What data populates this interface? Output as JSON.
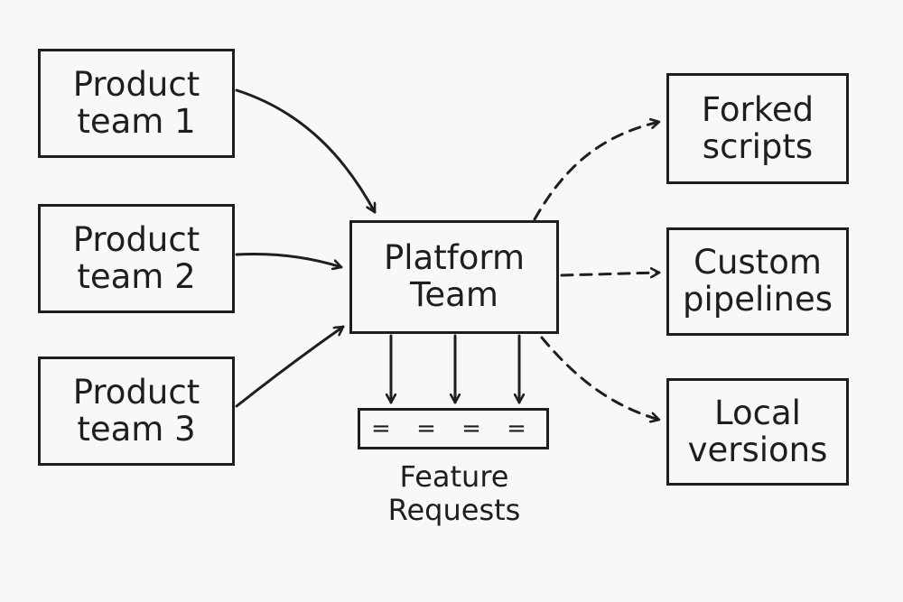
{
  "sources": [
    {
      "line1": "Product",
      "line2": "team 1"
    },
    {
      "line1": "Product",
      "line2": "team 2"
    },
    {
      "line1": "Product",
      "line2": "team 3"
    }
  ],
  "hub": {
    "line1": "Platform",
    "line2": "Team"
  },
  "queue": {
    "marks": "= = = =",
    "caption_line1": "Feature",
    "caption_line2": "Requests"
  },
  "outputs": [
    {
      "line1": "Forked",
      "line2": "scripts"
    },
    {
      "line1": "Custom",
      "line2": "pipelines"
    },
    {
      "line1": "Local",
      "line2": "versions"
    }
  ],
  "colors": {
    "ink": "#1e1e1e",
    "paper": "#f8f8f6"
  }
}
